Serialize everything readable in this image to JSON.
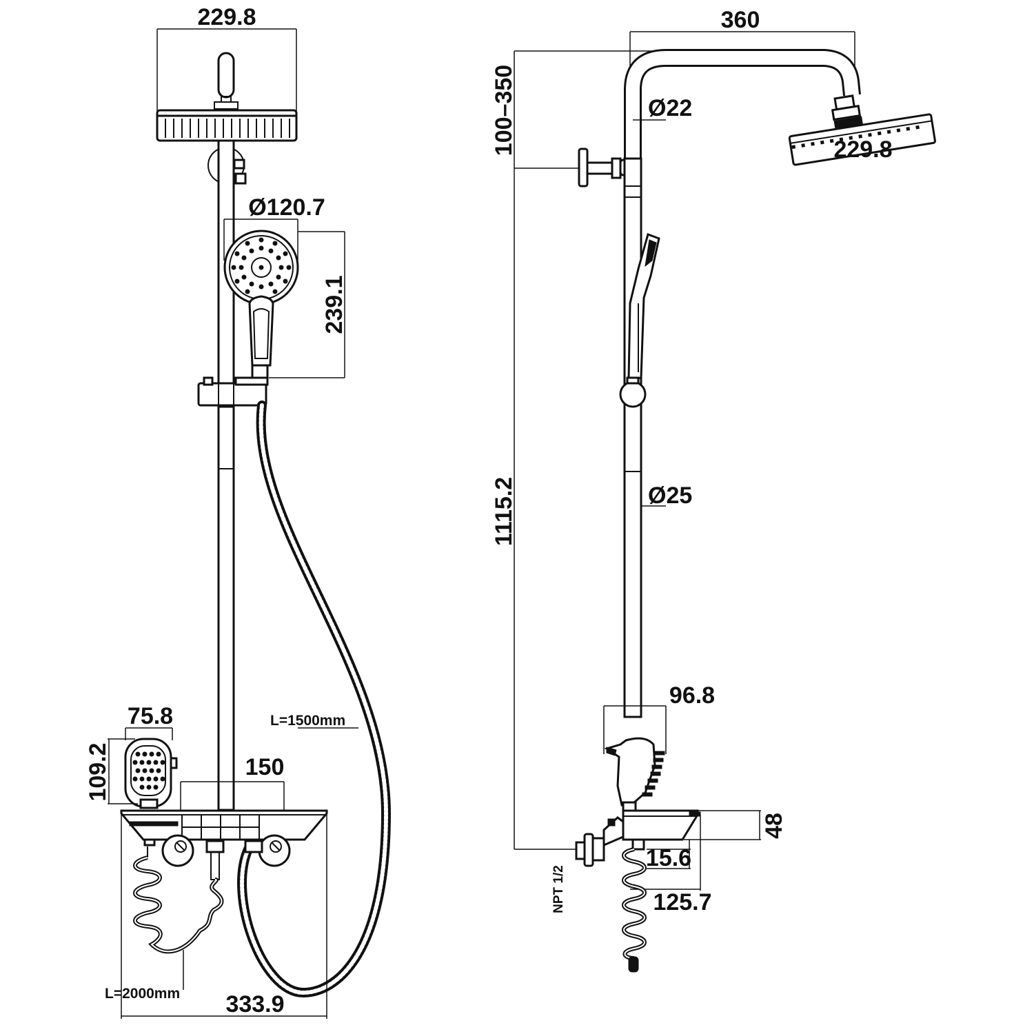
{
  "front_view": {
    "rain_head_width": "229.8",
    "hand_shower_diameter": "Ø120.7",
    "hand_shower_length": "239.1",
    "hose_length": "L=1500mm",
    "slide_width": "75.8",
    "slide_height": "109.2",
    "valve_spacing": "150",
    "coil_hose_length": "L=2000mm",
    "shelf_width": "333.9"
  },
  "side_view": {
    "arm_reach": "360",
    "height_adjust": "100–350",
    "arm_diameter": "Ø22",
    "rain_head_width": "229.8",
    "riser_height": "1115.2",
    "riser_diameter": "Ø25",
    "handle_depth": "96.8",
    "shelf_height": "48",
    "inlet_offset": "15.6",
    "shelf_depth": "125.7",
    "inlet_thread": "NPT 1/2"
  }
}
